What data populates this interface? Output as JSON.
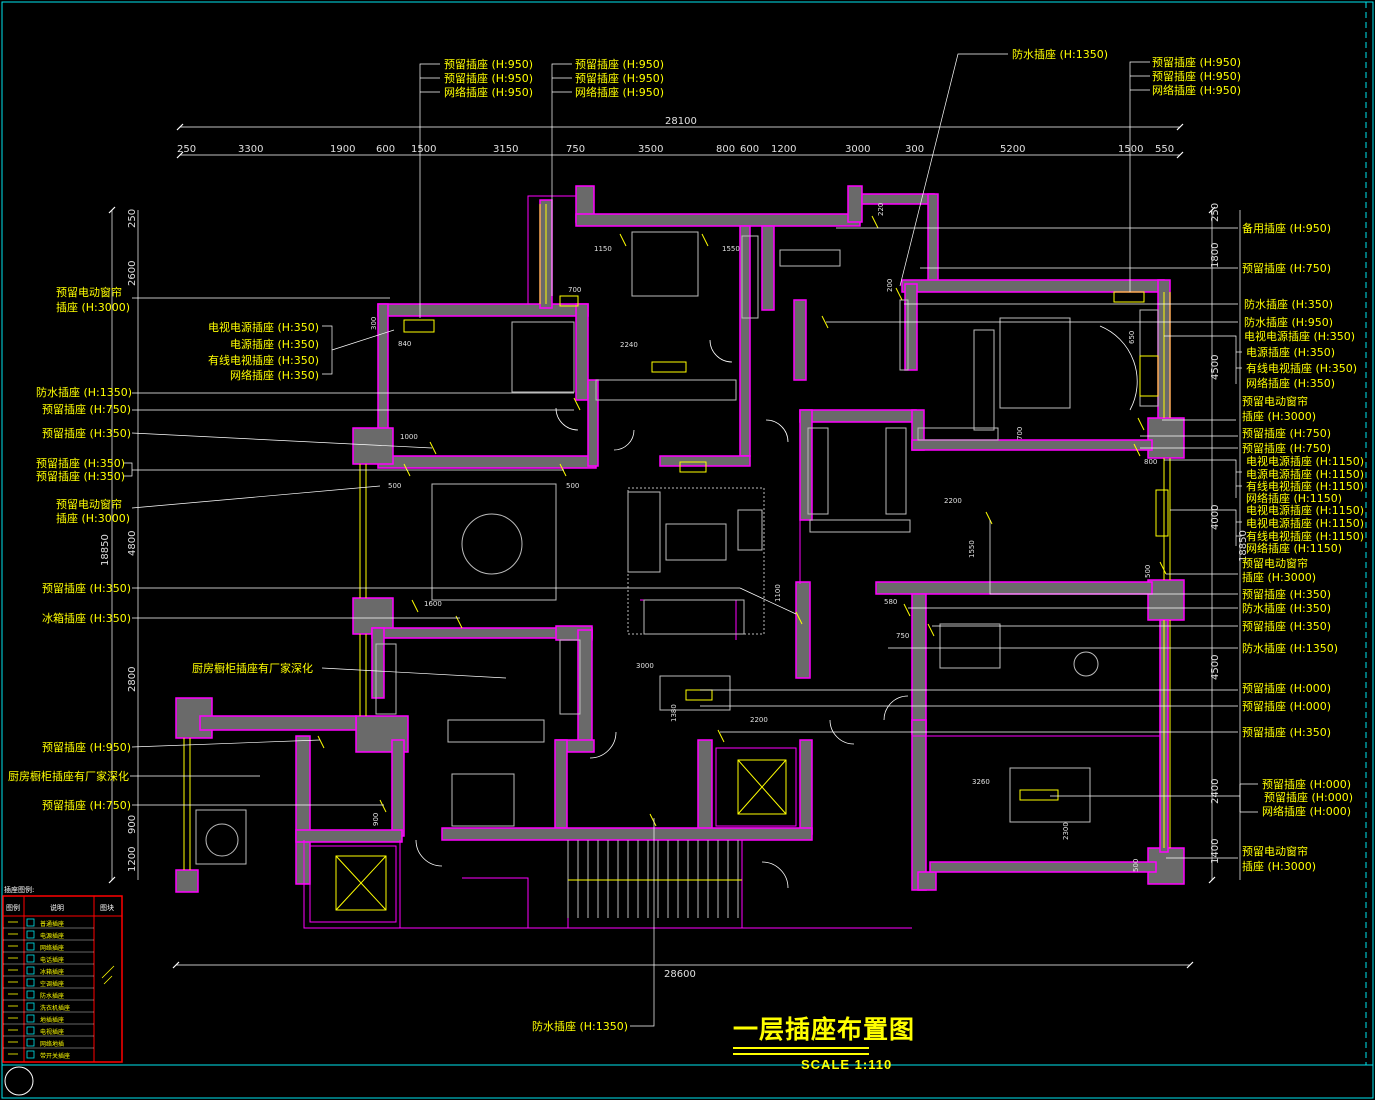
{
  "drawing": {
    "title": "一层插座布置图",
    "scale": "SCALE   1:110"
  },
  "dimensions": {
    "top_total": "28100",
    "top_segments": [
      "250",
      "3300",
      "1900",
      "600",
      "1500",
      "3150",
      "750",
      "3500",
      "800",
      "600",
      "1200",
      "3000",
      "300",
      "5200",
      "1500",
      "550"
    ],
    "bottom_total": "28600",
    "left": [
      "250",
      "2600",
      "18850",
      "4800",
      "2800",
      "900",
      "1200"
    ],
    "right": [
      "250",
      "1800",
      "4500",
      "18850",
      "4000",
      "4500",
      "2400",
      "1400"
    ],
    "inner": [
      "1150",
      "1550",
      "700",
      "840",
      "2240",
      "1000",
      "500",
      "500",
      "1600",
      "3000",
      "1380",
      "2200",
      "2200",
      "1550",
      "1100",
      "580",
      "750",
      "3260",
      "2300",
      "900",
      "650",
      "800",
      "500",
      "500",
      "220",
      "200",
      "300",
      "700"
    ]
  },
  "callouts": [
    {
      "text": "预留插座 (H:950)"
    },
    {
      "text": "预留插座 (H:950)"
    },
    {
      "text": "网络插座 (H:950)"
    },
    {
      "text": "预留插座 (H:950)"
    },
    {
      "text": "预留插座 (H:950)"
    },
    {
      "text": "网络插座 (H:950)"
    },
    {
      "text": "防水插座 (H:1350)"
    },
    {
      "text": "预留插座 (H:950)"
    },
    {
      "text": "预留插座 (H:950)"
    },
    {
      "text": "网络插座 (H:950)"
    },
    {
      "text": "预留电动窗帘"
    },
    {
      "text": "插座 (H:3000)"
    },
    {
      "text": "电视电源插座 (H:350)"
    },
    {
      "text": "电源插座 (H:350)"
    },
    {
      "text": "有线电视插座 (H:350)"
    },
    {
      "text": "网络插座 (H:350)"
    },
    {
      "text": "防水插座 (H:1350)"
    },
    {
      "text": "预留插座 (H:750)"
    },
    {
      "text": "预留插座 (H:350)"
    },
    {
      "text": "预留插座 (H:350)"
    },
    {
      "text": "预留插座 (H:350)"
    },
    {
      "text": "预留电动窗帘"
    },
    {
      "text": "插座 (H:3000)"
    },
    {
      "text": "预留插座 (H:350)"
    },
    {
      "text": "冰箱插座 (H:350)"
    },
    {
      "text": "厨房橱柜插座有厂家深化"
    },
    {
      "text": "预留插座 (H:950)"
    },
    {
      "text": "厨房橱柜插座有厂家深化"
    },
    {
      "text": "预留插座 (H:750)"
    },
    {
      "text": "备用插座 (H:950)"
    },
    {
      "text": "预留插座 (H:750)"
    },
    {
      "text": "防水插座 (H:350)"
    },
    {
      "text": "防水插座 (H:950)"
    },
    {
      "text": "电视电源插座 (H:350)"
    },
    {
      "text": "电源插座 (H:350)"
    },
    {
      "text": "有线电视插座 (H:350)"
    },
    {
      "text": "网络插座 (H:350)"
    },
    {
      "text": "预留电动窗帘"
    },
    {
      "text": "插座 (H:3000)"
    },
    {
      "text": "预留插座 (H:750)"
    },
    {
      "text": "预留插座 (H:750)"
    },
    {
      "text": "电视电源插座 (H:1150)"
    },
    {
      "text": "电源电源插座 (H:1150)"
    },
    {
      "text": "有线电视插座 (H:1150)"
    },
    {
      "text": "网络插座 (H:1150)"
    },
    {
      "text": "电视电源插座 (H:1150)"
    },
    {
      "text": "电视电源插座 (H:1150)"
    },
    {
      "text": "有线电视插座 (H:1150)"
    },
    {
      "text": "网络插座 (H:1150)"
    },
    {
      "text": "预留电动窗帘"
    },
    {
      "text": "插座 (H:3000)"
    },
    {
      "text": "预留插座 (H:350)"
    },
    {
      "text": "防水插座 (H:350)"
    },
    {
      "text": "预留插座 (H:350)"
    },
    {
      "text": "防水插座 (H:1350)"
    },
    {
      "text": "预留插座 (H:000)"
    },
    {
      "text": "预留插座 (H:000)"
    },
    {
      "text": "预留插座 (H:350)"
    },
    {
      "text": "预留插座 (H:000)"
    },
    {
      "text": "预留插座 (H:000)"
    },
    {
      "text": "网络插座 (H:000)"
    },
    {
      "text": "预留电动窗帘"
    },
    {
      "text": "插座 (H:3000)"
    },
    {
      "text": "防水插座 (H:1350)"
    }
  ],
  "legend": {
    "title": "插座图例:",
    "headers": [
      "图例",
      "说明",
      "图块"
    ],
    "items": [
      "普通插座",
      "电源插座",
      "网络插座",
      "电话插座",
      "冰箱插座",
      "空调插座",
      "防水插座",
      "洗衣机插座",
      "地插插座",
      "电视插座",
      "网络地插",
      "带开关插座"
    ]
  },
  "colors": {
    "background": "#000000",
    "wall": "#6a6a6a",
    "wall_outline": "#ff00ff",
    "annotation": "#ffff00",
    "dimension": "#ffffff",
    "fixture": "#bbbbbb",
    "window": "#ffff00",
    "legend_border": "#ff0000",
    "frame": "#00e5ee"
  }
}
